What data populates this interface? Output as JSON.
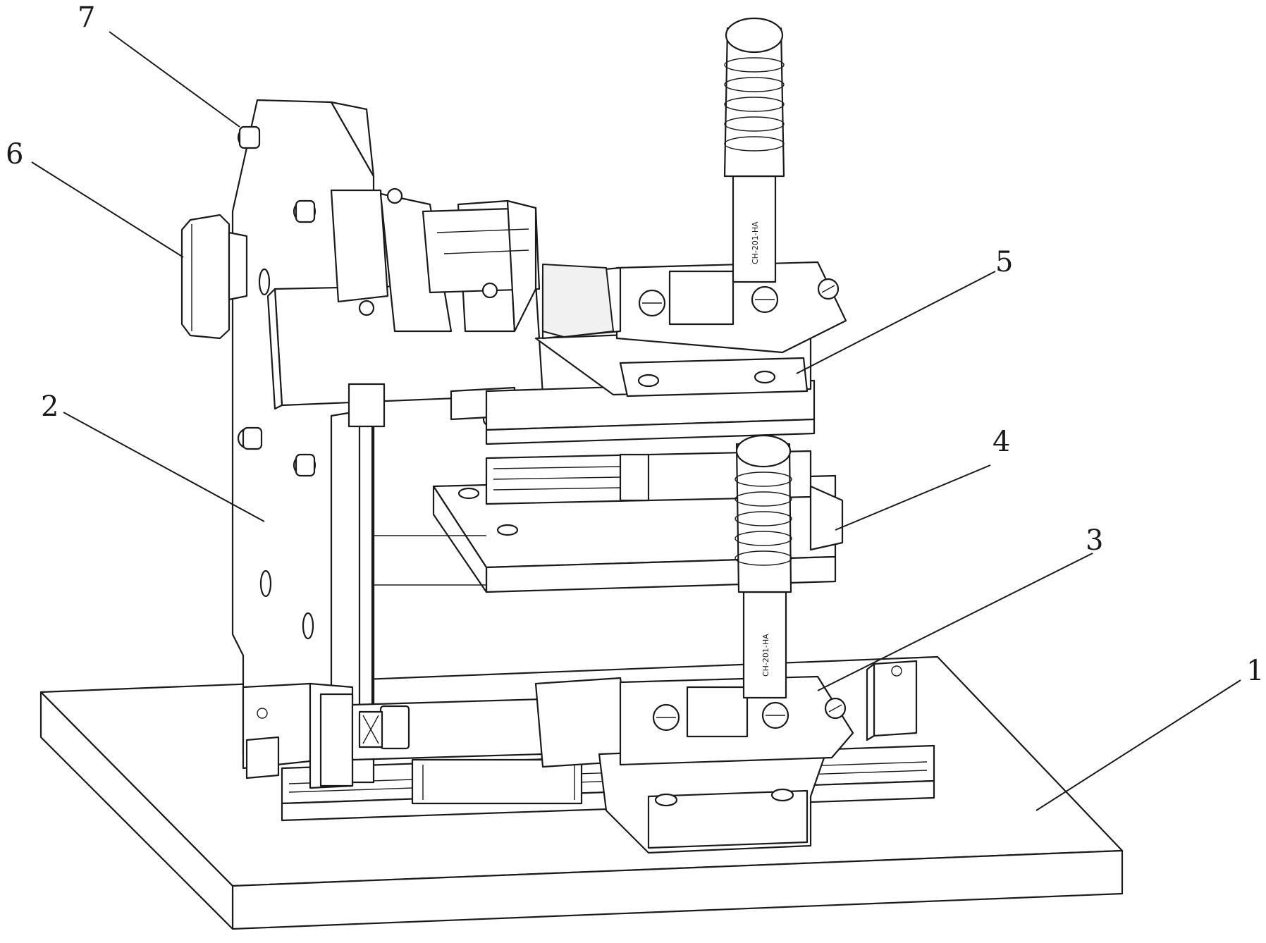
{
  "callouts": [
    {
      "id": "base-plate",
      "label": "1"
    },
    {
      "id": "side-frame",
      "label": "2"
    },
    {
      "id": "lower-toggle-clamp",
      "label": "3"
    },
    {
      "id": "middle-slide-plate",
      "label": "4"
    },
    {
      "id": "upper-toggle-clamp",
      "label": "5"
    },
    {
      "id": "knob",
      "label": "6"
    },
    {
      "id": "locating-pin",
      "label": "7"
    }
  ],
  "handle_engraving": "CH-201-HA"
}
